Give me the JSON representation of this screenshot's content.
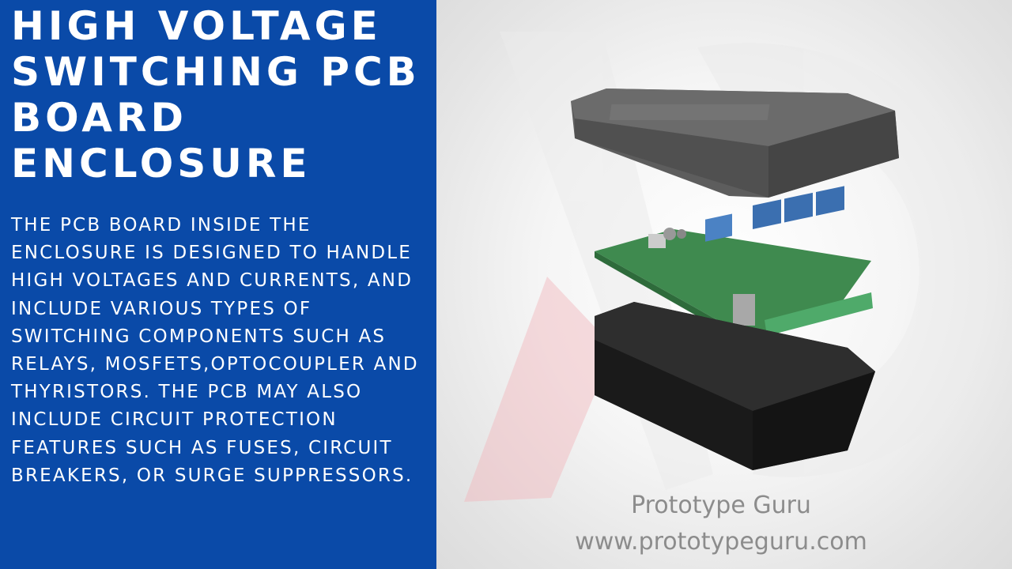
{
  "heading": {
    "title": "HIGH VOLTAGE SWITCHING PCB BOARD ENCLOSURE",
    "description": "THE PCB BOARD INSIDE THE ENCLOSURE IS DESIGNED TO HANDLE HIGH VOLTAGES AND CURRENTS, AND INCLUDE VARIOUS TYPES OF SWITCHING COMPONENTS SUCH AS RELAYS, MOSFETS,OPTOCOUPLER AND THYRISTORS. THE PCB MAY ALSO INCLUDE CIRCUIT PROTECTION FEATURES SUCH AS FUSES, CIRCUIT BREAKERS, OR SURGE SUPPRESSORS."
  },
  "caption": {
    "brand": "Prototype Guru",
    "url": "www.prototypeguru.com"
  },
  "colors": {
    "panel_blue": "#0a4aa8",
    "watermark_red": "#f2b6bb",
    "caption_gray": "#8c8c8c",
    "pcb_green": "#3f8a4f",
    "relay_blue": "#3b6fb0",
    "enclosure_top": "#5a5a5a",
    "enclosure_bottom": "#1c1c1c"
  },
  "image": {
    "subject": "exploded-enclosure-render-icon"
  }
}
